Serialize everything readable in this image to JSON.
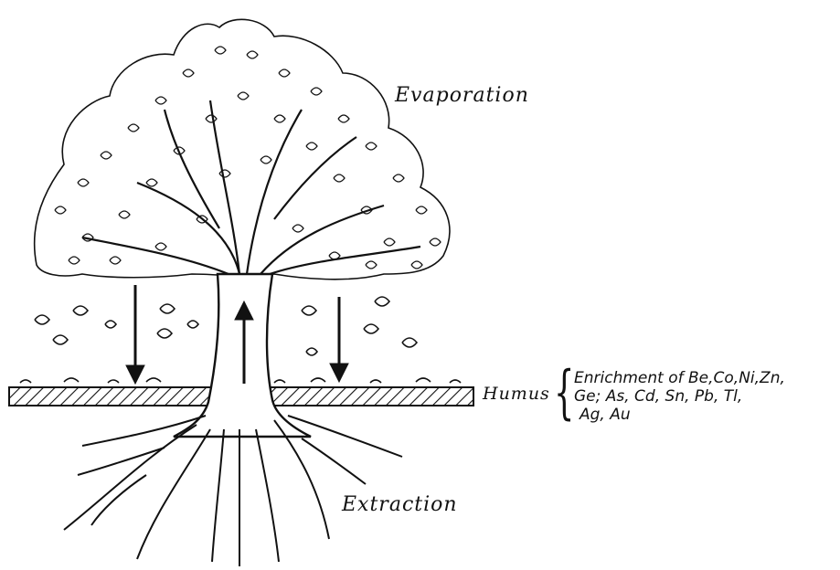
{
  "labels": {
    "evaporation": "Evaporation",
    "extraction": "Extraction",
    "humus": "Humus",
    "enrichment_line1": "Enrichment of Be,Co,Ni,Zn,",
    "enrichment_line2": "Ge; As, Cd, Sn, Pb, Tl,",
    "enrichment_line3": "Ag, Au"
  }
}
